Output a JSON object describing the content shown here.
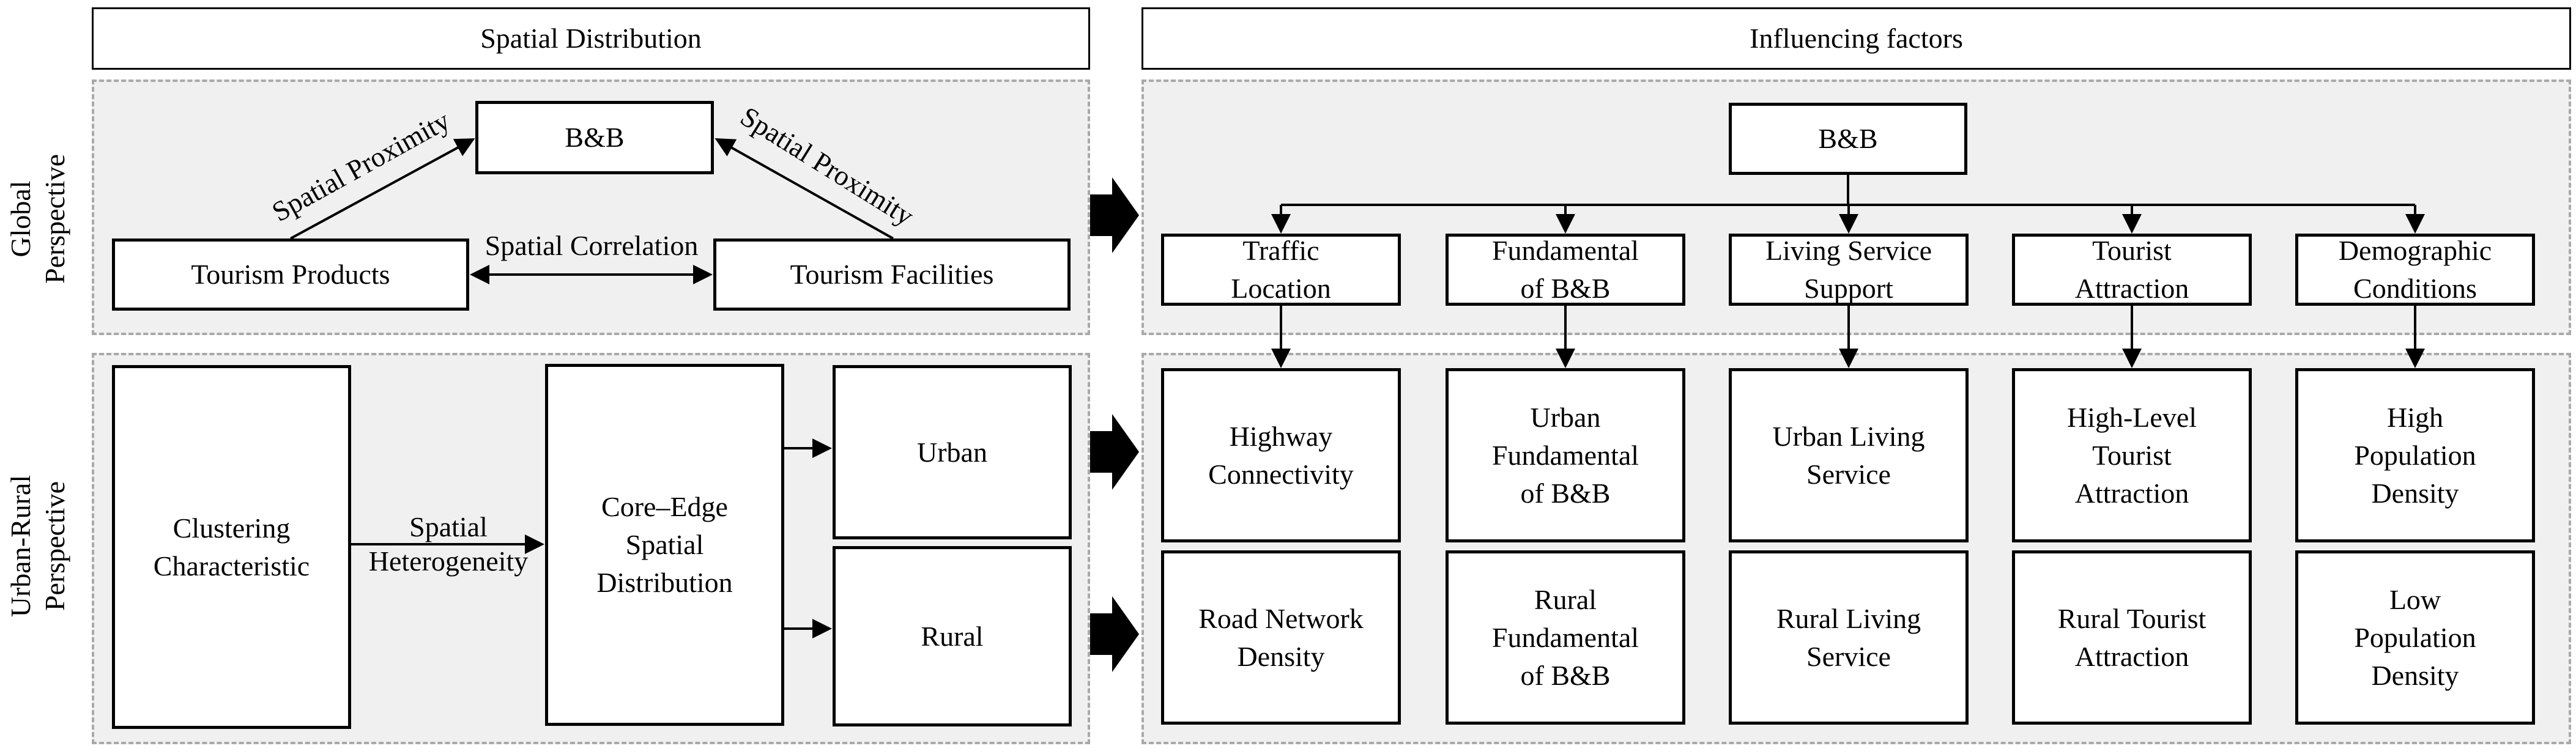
{
  "headers": {
    "left": "Spatial Distribution",
    "right": "Influencing factors"
  },
  "side_labels": {
    "global": "Global\nPerspective",
    "urban_rural": "Urban-Rural\nPerspective"
  },
  "global": {
    "bb": "B&B",
    "products": "Tourism Products",
    "facilities": "Tourism Facilities",
    "proximity_left": "Spatial Proximity",
    "proximity_right": "Spatial Proximity",
    "correlation": "Spatial Correlation"
  },
  "urban_rural": {
    "clustering": "Clustering\nCharacteristic",
    "heterogeneity": "Spatial\nHeterogeneity",
    "core_edge": "Core–Edge\nSpatial\nDistribution",
    "urban": "Urban",
    "rural": "Rural"
  },
  "factors": {
    "root": "B&B",
    "categories": [
      "Traffic\nLocation",
      "Fundamental\nof B&B",
      "Living Service\nSupport",
      "Tourist\nAttraction",
      "Demographic\nConditions"
    ],
    "urban": [
      "Highway\nConnectivity",
      "Urban\nFundamental\nof B&B",
      "Urban Living\nService",
      "High-Level\nTourist\nAttraction",
      "High\nPopulation\nDensity"
    ],
    "rural": [
      "Road Network\nDensity",
      "Rural\nFundamental\nof B&B",
      "Rural Living\nService",
      "Rural Tourist\nAttraction",
      "Low\nPopulation\nDensity"
    ]
  }
}
